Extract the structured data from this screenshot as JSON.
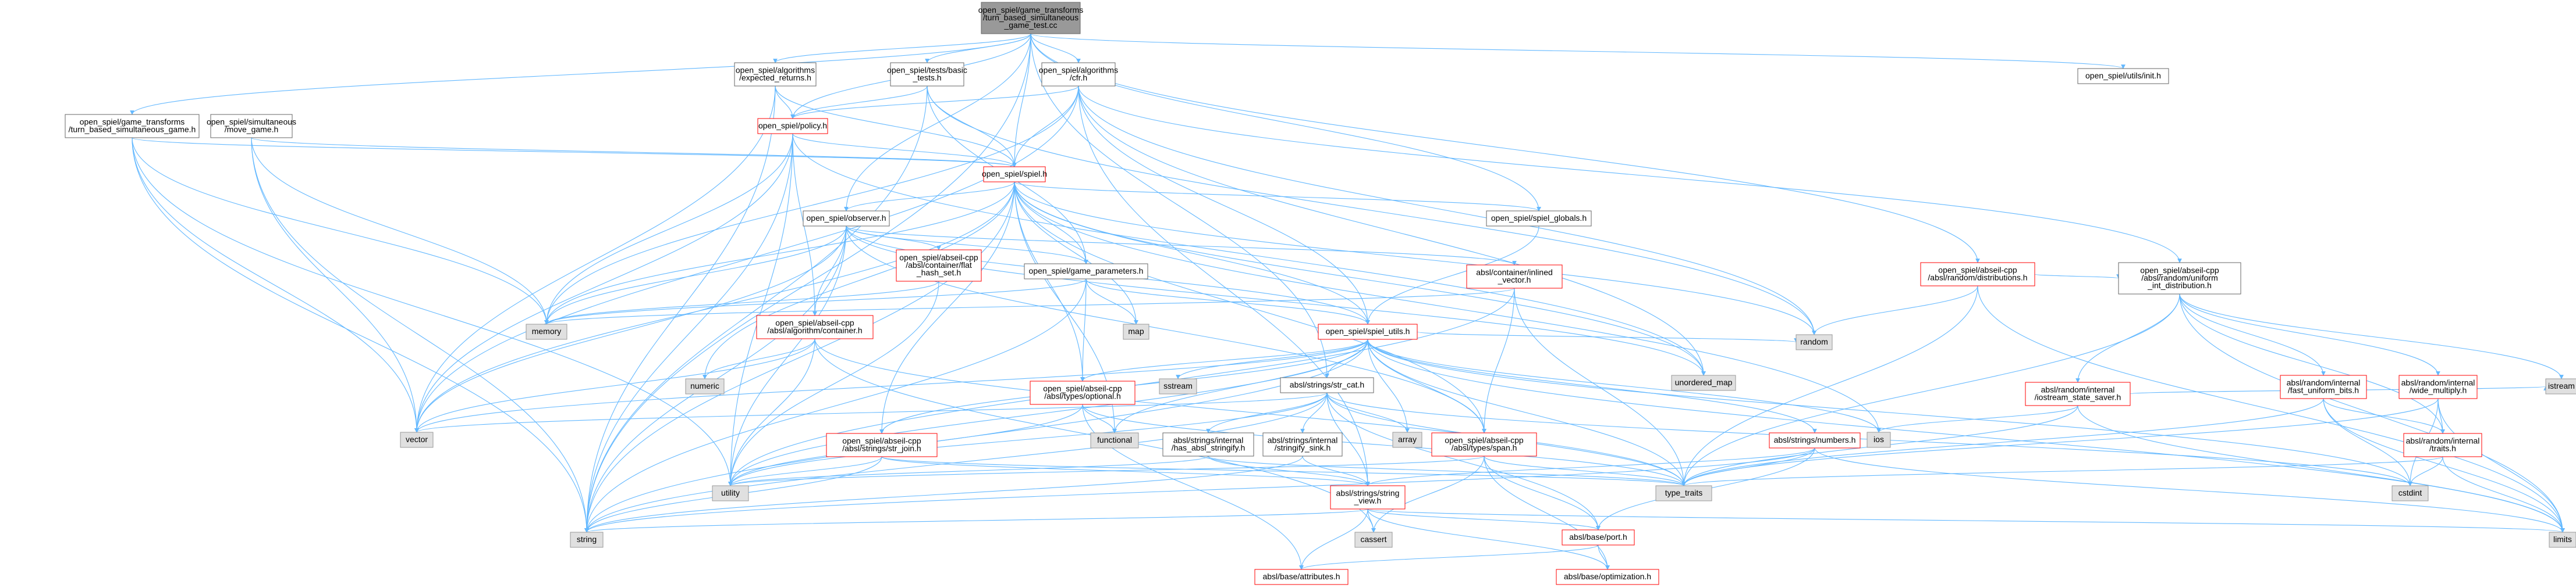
{
  "colors": {
    "edge": "#63b8ff",
    "box_fill": "#ffffff",
    "box_border": "#666666",
    "red_border": "#ff0000",
    "gray_fill": "#e0e0e0",
    "root_fill": "#999999",
    "text": "#000000"
  },
  "nodes": [
    {
      "id": "root",
      "label": "open_spiel/game_transforms\n/turn_based_simultaneous\n_game_test.cc",
      "style": "root"
    },
    {
      "id": "expected_returns",
      "label": "open_spiel/algorithms\n/expected_returns.h",
      "style": "black"
    },
    {
      "id": "basic_tests",
      "label": "open_spiel/tests/basic\n_tests.h",
      "style": "black"
    },
    {
      "id": "cfr",
      "label": "open_spiel/algorithms\n/cfr.h",
      "style": "black"
    },
    {
      "id": "init",
      "label": "open_spiel/utils/init.h",
      "style": "black"
    },
    {
      "id": "tbsg",
      "label": "open_spiel/game_transforms\n/turn_based_simultaneous_game.h",
      "style": "black"
    },
    {
      "id": "move_game",
      "label": "open_spiel/simultaneous\n/move_game.h",
      "style": "black"
    },
    {
      "id": "policy",
      "label": "open_spiel/policy.h",
      "style": "red"
    },
    {
      "id": "spiel",
      "label": "open_spiel/spiel.h",
      "style": "red"
    },
    {
      "id": "observer",
      "label": "open_spiel/observer.h",
      "style": "black"
    },
    {
      "id": "spiel_globals",
      "label": "open_spiel/spiel_globals.h",
      "style": "black"
    },
    {
      "id": "flat_hash_set",
      "label": "open_spiel/abseil-cpp\n/absl/container/flat\n_hash_set.h",
      "style": "red"
    },
    {
      "id": "game_parameters",
      "label": "open_spiel/game_parameters.h",
      "style": "black"
    },
    {
      "id": "inlined_vector",
      "label": "absl/container/inlined\n_vector.h",
      "style": "red"
    },
    {
      "id": "distributions",
      "label": "open_spiel/abseil-cpp\n/absl/random/distributions.h",
      "style": "red"
    },
    {
      "id": "uniform_int",
      "label": "open_spiel/abseil-cpp\n/absl/random/uniform\n_int_distribution.h",
      "style": "black"
    },
    {
      "id": "memory",
      "label": "memory",
      "style": "gray"
    },
    {
      "id": "algo_container",
      "label": "open_spiel/abseil-cpp\n/absl/algorithm/container.h",
      "style": "red"
    },
    {
      "id": "map",
      "label": "map",
      "style": "gray"
    },
    {
      "id": "spiel_utils",
      "label": "open_spiel/spiel_utils.h",
      "style": "red"
    },
    {
      "id": "random",
      "label": "random",
      "style": "gray"
    },
    {
      "id": "numeric",
      "label": "numeric",
      "style": "gray"
    },
    {
      "id": "unordered_map",
      "label": "unordered_map",
      "style": "gray"
    },
    {
      "id": "sstream",
      "label": "sstream",
      "style": "gray"
    },
    {
      "id": "str_cat",
      "label": "absl/strings/str_cat.h",
      "style": "black"
    },
    {
      "id": "iostream_state_saver",
      "label": "absl/random/internal\n/iostream_state_saver.h",
      "style": "red"
    },
    {
      "id": "fast_uniform_bits",
      "label": "absl/random/internal\n/fast_uniform_bits.h",
      "style": "red"
    },
    {
      "id": "wide_multiply",
      "label": "absl/random/internal\n/wide_multiply.h",
      "style": "red"
    },
    {
      "id": "istream",
      "label": "istream",
      "style": "gray"
    },
    {
      "id": "optional",
      "label": "open_spiel/abseil-cpp\n/absl/types/optional.h",
      "style": "red"
    },
    {
      "id": "vector",
      "label": "vector",
      "style": "gray"
    },
    {
      "id": "functional",
      "label": "functional",
      "style": "gray"
    },
    {
      "id": "array",
      "label": "array",
      "style": "gray"
    },
    {
      "id": "ios",
      "label": "ios",
      "style": "gray"
    },
    {
      "id": "str_join",
      "label": "open_spiel/abseil-cpp\n/absl/strings/str_join.h",
      "style": "red"
    },
    {
      "id": "has_absl_stringify",
      "label": "absl/strings/internal\n/has_absl_stringify.h",
      "style": "black"
    },
    {
      "id": "stringify_sink",
      "label": "absl/strings/internal\n/stringify_sink.h",
      "style": "black"
    },
    {
      "id": "span",
      "label": "open_spiel/abseil-cpp\n/absl/types/span.h",
      "style": "red"
    },
    {
      "id": "numbers",
      "label": "absl/strings/numbers.h",
      "style": "red"
    },
    {
      "id": "random_traits",
      "label": "absl/random/internal\n/traits.h",
      "style": "red"
    },
    {
      "id": "utility",
      "label": "utility",
      "style": "gray"
    },
    {
      "id": "type_traits",
      "label": "type_traits",
      "style": "gray"
    },
    {
      "id": "cstdint",
      "label": "cstdint",
      "style": "gray"
    },
    {
      "id": "string_view",
      "label": "absl/strings/string\n_view.h",
      "style": "red"
    },
    {
      "id": "string",
      "label": "string",
      "style": "gray"
    },
    {
      "id": "cassert",
      "label": "cassert",
      "style": "gray"
    },
    {
      "id": "limits",
      "label": "limits",
      "style": "gray"
    },
    {
      "id": "port",
      "label": "absl/base/port.h",
      "style": "red"
    },
    {
      "id": "attributes",
      "label": "absl/base/attributes.h",
      "style": "red"
    },
    {
      "id": "optimization",
      "label": "absl/base/optimization.h",
      "style": "red"
    }
  ],
  "edges": [
    [
      "root",
      "expected_returns"
    ],
    [
      "root",
      "basic_tests"
    ],
    [
      "root",
      "cfr"
    ],
    [
      "root",
      "init"
    ],
    [
      "root",
      "tbsg"
    ],
    [
      "root",
      "spiel"
    ],
    [
      "root",
      "observer"
    ],
    [
      "root",
      "policy"
    ],
    [
      "root",
      "spiel_globals"
    ],
    [
      "root",
      "str_cat"
    ],
    [
      "root",
      "string"
    ],
    [
      "root",
      "distributions"
    ],
    [
      "expected_returns",
      "policy"
    ],
    [
      "expected_returns",
      "spiel"
    ],
    [
      "expected_returns",
      "string"
    ],
    [
      "expected_returns",
      "vector"
    ],
    [
      "basic_tests",
      "policy"
    ],
    [
      "basic_tests",
      "spiel"
    ],
    [
      "basic_tests",
      "game_parameters"
    ],
    [
      "basic_tests",
      "random"
    ],
    [
      "basic_tests",
      "string"
    ],
    [
      "cfr",
      "policy"
    ],
    [
      "cfr",
      "spiel"
    ],
    [
      "cfr",
      "spiel_utils"
    ],
    [
      "cfr",
      "memory"
    ],
    [
      "cfr",
      "random"
    ],
    [
      "cfr",
      "unordered_map"
    ],
    [
      "cfr",
      "vector"
    ],
    [
      "cfr",
      "uniform_int"
    ],
    [
      "cfr",
      "string_view"
    ],
    [
      "tbsg",
      "spiel"
    ],
    [
      "tbsg",
      "memory"
    ],
    [
      "tbsg",
      "vector"
    ],
    [
      "tbsg",
      "string"
    ],
    [
      "tbsg",
      "utility"
    ],
    [
      "move_game",
      "spiel"
    ],
    [
      "move_game",
      "memory"
    ],
    [
      "move_game",
      "string"
    ],
    [
      "move_game",
      "vector"
    ],
    [
      "policy",
      "spiel"
    ],
    [
      "policy",
      "memory"
    ],
    [
      "policy",
      "string"
    ],
    [
      "policy",
      "vector"
    ],
    [
      "policy",
      "utility"
    ],
    [
      "policy",
      "unordered_map"
    ],
    [
      "policy",
      "algo_container"
    ],
    [
      "spiel",
      "observer"
    ],
    [
      "spiel",
      "spiel_globals"
    ],
    [
      "spiel",
      "game_parameters"
    ],
    [
      "spiel",
      "spiel_utils"
    ],
    [
      "spiel",
      "memory"
    ],
    [
      "spiel",
      "random"
    ],
    [
      "spiel",
      "string"
    ],
    [
      "spiel",
      "vector"
    ],
    [
      "spiel",
      "unordered_map"
    ],
    [
      "spiel",
      "functional"
    ],
    [
      "spiel",
      "numeric"
    ],
    [
      "spiel",
      "ios"
    ],
    [
      "spiel",
      "optional"
    ],
    [
      "spiel",
      "span"
    ],
    [
      "spiel",
      "str_join"
    ],
    [
      "spiel",
      "map"
    ],
    [
      "observer",
      "flat_hash_set"
    ],
    [
      "observer",
      "game_parameters"
    ],
    [
      "observer",
      "spiel_utils"
    ],
    [
      "observer",
      "inlined_vector"
    ],
    [
      "observer",
      "memory"
    ],
    [
      "observer",
      "string"
    ],
    [
      "observer",
      "vector"
    ],
    [
      "observer",
      "utility"
    ],
    [
      "observer",
      "span"
    ],
    [
      "observer",
      "algo_container"
    ],
    [
      "observer",
      "unordered_map"
    ],
    [
      "spiel_globals",
      "spiel_utils"
    ],
    [
      "flat_hash_set",
      "memory"
    ],
    [
      "flat_hash_set",
      "utility"
    ],
    [
      "game_parameters",
      "spiel_utils"
    ],
    [
      "game_parameters",
      "map"
    ],
    [
      "game_parameters",
      "string"
    ],
    [
      "game_parameters",
      "optional"
    ],
    [
      "game_parameters",
      "memory"
    ],
    [
      "inlined_vector",
      "memory"
    ],
    [
      "inlined_vector",
      "utility"
    ],
    [
      "inlined_vector",
      "span"
    ],
    [
      "inlined_vector",
      "type_traits"
    ],
    [
      "distributions",
      "uniform_int"
    ],
    [
      "distributions",
      "random"
    ],
    [
      "distributions",
      "limits"
    ],
    [
      "distributions",
      "type_traits"
    ],
    [
      "uniform_int",
      "iostream_state_saver"
    ],
    [
      "uniform_int",
      "fast_uniform_bits"
    ],
    [
      "uniform_int",
      "wide_multiply"
    ],
    [
      "uniform_int",
      "istream"
    ],
    [
      "uniform_int",
      "limits"
    ],
    [
      "uniform_int",
      "type_traits"
    ],
    [
      "uniform_int",
      "random_traits"
    ],
    [
      "algo_container",
      "numeric"
    ],
    [
      "algo_container",
      "vector"
    ],
    [
      "algo_container",
      "utility"
    ],
    [
      "algo_container",
      "type_traits"
    ],
    [
      "algo_container",
      "cassert"
    ],
    [
      "spiel_utils",
      "str_cat"
    ],
    [
      "spiel_utils",
      "optional"
    ],
    [
      "spiel_utils",
      "span"
    ],
    [
      "spiel_utils",
      "str_join"
    ],
    [
      "spiel_utils",
      "random"
    ],
    [
      "spiel_utils",
      "sstream"
    ],
    [
      "spiel_utils",
      "vector"
    ],
    [
      "spiel_utils",
      "array"
    ],
    [
      "spiel_utils",
      "string"
    ],
    [
      "spiel_utils",
      "cstdint"
    ],
    [
      "spiel_utils",
      "type_traits"
    ],
    [
      "spiel_utils",
      "utility"
    ],
    [
      "spiel_utils",
      "functional"
    ],
    [
      "spiel_utils",
      "numbers"
    ],
    [
      "spiel_utils",
      "ios"
    ],
    [
      "spiel_utils",
      "limits"
    ],
    [
      "str_cat",
      "has_absl_stringify"
    ],
    [
      "str_cat",
      "stringify_sink"
    ],
    [
      "str_cat",
      "string_view"
    ],
    [
      "str_cat",
      "array"
    ],
    [
      "str_cat",
      "string"
    ],
    [
      "str_cat",
      "vector"
    ],
    [
      "str_cat",
      "utility"
    ],
    [
      "str_cat",
      "type_traits"
    ],
    [
      "str_cat",
      "cstdint"
    ],
    [
      "str_cat",
      "port"
    ],
    [
      "iostream_state_saver",
      "ios"
    ],
    [
      "iostream_state_saver",
      "istream"
    ],
    [
      "iostream_state_saver",
      "type_traits"
    ],
    [
      "iostream_state_saver",
      "limits"
    ],
    [
      "fast_uniform_bits",
      "cstdint"
    ],
    [
      "fast_uniform_bits",
      "limits"
    ],
    [
      "fast_uniform_bits",
      "type_traits"
    ],
    [
      "fast_uniform_bits",
      "random_traits"
    ],
    [
      "wide_multiply",
      "cstdint"
    ],
    [
      "wide_multiply",
      "limits"
    ],
    [
      "wide_multiply",
      "type_traits"
    ],
    [
      "wide_multiply",
      "random_traits"
    ],
    [
      "random_traits",
      "cstdint"
    ],
    [
      "random_traits",
      "limits"
    ],
    [
      "random_traits",
      "type_traits"
    ],
    [
      "optional",
      "utility"
    ],
    [
      "optional",
      "functional"
    ],
    [
      "optional",
      "type_traits"
    ],
    [
      "optional",
      "attributes"
    ],
    [
      "str_join",
      "string"
    ],
    [
      "str_join",
      "utility"
    ],
    [
      "str_join",
      "string_view"
    ],
    [
      "str_join",
      "type_traits"
    ],
    [
      "has_absl_stringify",
      "utility"
    ],
    [
      "has_absl_stringify",
      "type_traits"
    ],
    [
      "has_absl_stringify",
      "string_view"
    ],
    [
      "stringify_sink",
      "string"
    ],
    [
      "stringify_sink",
      "string_view"
    ],
    [
      "span",
      "cassert"
    ],
    [
      "span",
      "type_traits"
    ],
    [
      "span",
      "utility"
    ],
    [
      "span",
      "port"
    ],
    [
      "span",
      "optimization"
    ],
    [
      "numbers",
      "type_traits"
    ],
    [
      "numbers",
      "string"
    ],
    [
      "numbers",
      "string_view"
    ],
    [
      "numbers",
      "port"
    ],
    [
      "numbers",
      "limits"
    ],
    [
      "string_view",
      "string"
    ],
    [
      "string_view",
      "cassert"
    ],
    [
      "string_view",
      "limits"
    ],
    [
      "string_view",
      "port"
    ],
    [
      "string_view",
      "attributes"
    ],
    [
      "string_view",
      "optimization"
    ],
    [
      "port",
      "attributes"
    ],
    [
      "port",
      "optimization"
    ]
  ]
}
